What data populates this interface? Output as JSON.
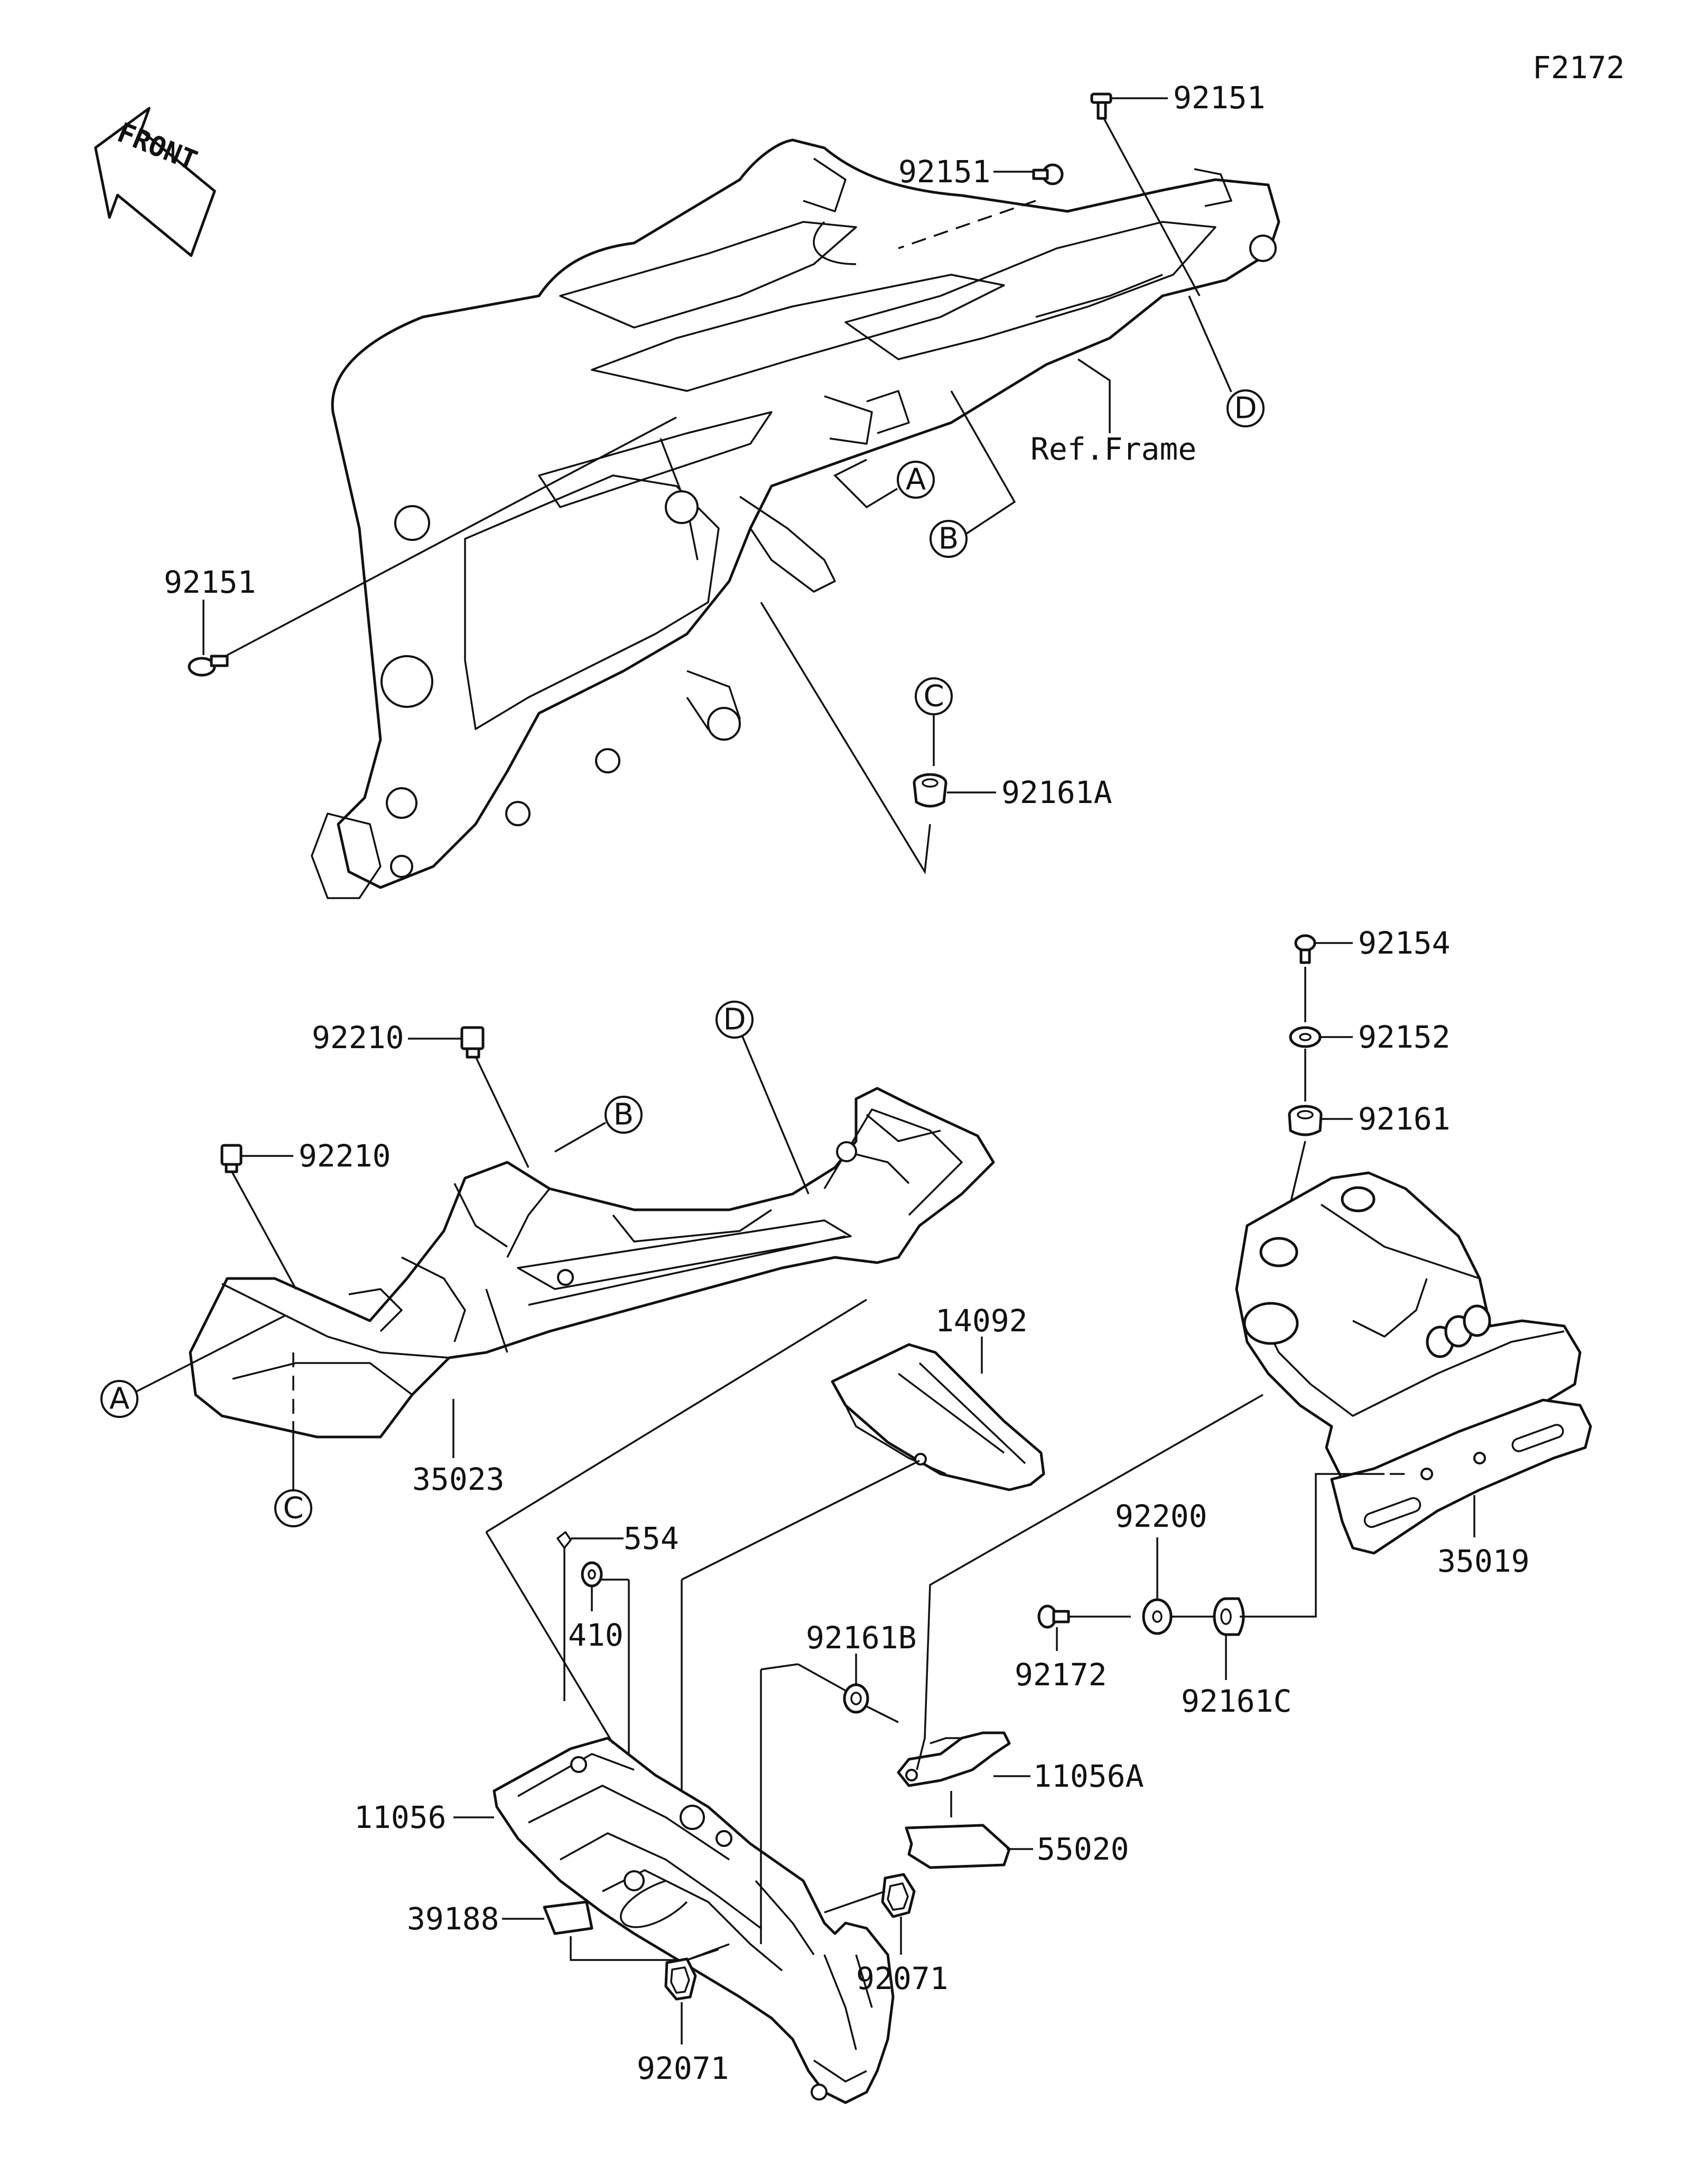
{
  "diagram_code": "F2172",
  "front_label": "FRONT",
  "ref_frame_label": "Ref.Frame",
  "callouts": {
    "A": "A",
    "B": "B",
    "C": "C",
    "D": "D"
  },
  "part_numbers": {
    "p92151_top": "92151",
    "p92151_mid": "92151",
    "p92151_left": "92151",
    "p92161A": "92161A",
    "p92154": "92154",
    "p92152": "92152",
    "p92161": "92161",
    "p92210_a": "92210",
    "p92210_b": "92210",
    "p35023": "35023",
    "p14092": "14092",
    "p554": "554",
    "p410": "410",
    "p92161B": "92161B",
    "p92200": "92200",
    "p92172": "92172",
    "p92161C": "92161C",
    "p35019": "35019",
    "p11056A": "11056A",
    "p55020": "55020",
    "p11056": "11056",
    "p39188": "39188",
    "p92071_right": "92071",
    "p92071_bottom": "92071"
  }
}
